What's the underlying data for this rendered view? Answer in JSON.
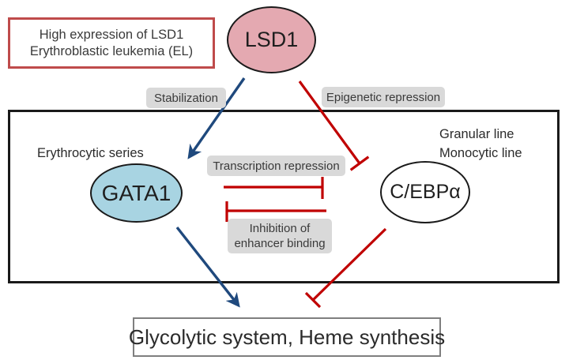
{
  "colors": {
    "accent_blue": "#1f497d",
    "accent_red": "#c00000",
    "ext_box_border": "#bf4b4b",
    "lsd1_fill": "#e4a9b1",
    "gata1_fill": "#a8d4e2",
    "tag_bg": "#d9d9d9",
    "node_stroke": "#1a1a1a",
    "output_border": "#7f7f7f"
  },
  "external_label": {
    "line1": "High expression of LSD1",
    "line2": "Erythroblastic leukemia (EL)"
  },
  "nodes": {
    "lsd1": {
      "label": "LSD1"
    },
    "gata1": {
      "label": "GATA1"
    },
    "cebpa": {
      "label": "C/EBPα"
    }
  },
  "context": {
    "erythrocytic": "Erythrocytic series",
    "granular": "Granular line",
    "monocytic": "Monocytic line"
  },
  "edge_labels": {
    "stabilization": "Stabilization",
    "epigenetic": "Epigenetic repression",
    "transcription": "Transcription repression",
    "inhibition_line1": "Inhibition of",
    "inhibition_line2": "enhancer binding"
  },
  "output": {
    "label": "Glycolytic system, Heme synthesis"
  },
  "edges": [
    {
      "from": "LSD1",
      "to": "GATA1",
      "type": "activation-arrow",
      "label": "Stabilization",
      "color": "#1f497d"
    },
    {
      "from": "LSD1",
      "to": "C/EBPα",
      "type": "inhibition-tbar",
      "label": "Epigenetic repression",
      "color": "#c00000"
    },
    {
      "from": "GATA1",
      "to": "C/EBPα",
      "type": "inhibition-tbar",
      "label": "Transcription repression",
      "color": "#c00000"
    },
    {
      "from": "C/EBPα",
      "to": "GATA1",
      "type": "inhibition-tbar",
      "label": "Inhibition of enhancer binding",
      "color": "#c00000"
    },
    {
      "from": "GATA1",
      "to": "Glycolytic system, Heme synthesis",
      "type": "activation-arrow",
      "color": "#1f497d"
    },
    {
      "from": "C/EBPα",
      "to": "Glycolytic system, Heme synthesis",
      "type": "inhibition-tbar",
      "color": "#c00000"
    }
  ]
}
